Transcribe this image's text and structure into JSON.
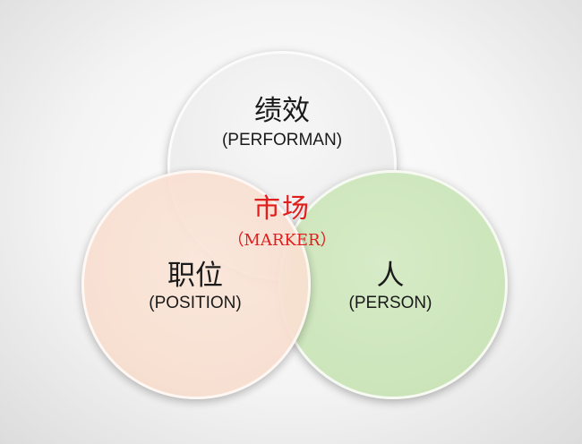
{
  "diagram": {
    "type": "venn",
    "top": {
      "zh": "绩效",
      "en": "(PERFORMAN)",
      "color": "#ececec"
    },
    "left": {
      "zh": "职位",
      "en": "(POSITION)",
      "color": "#f8dfd0"
    },
    "right": {
      "zh": "人",
      "en": "(PERSON)",
      "color": "#cce5ba"
    },
    "center": {
      "zh": "市场",
      "en": "（MARKER）",
      "color": "#e11d1d"
    }
  }
}
